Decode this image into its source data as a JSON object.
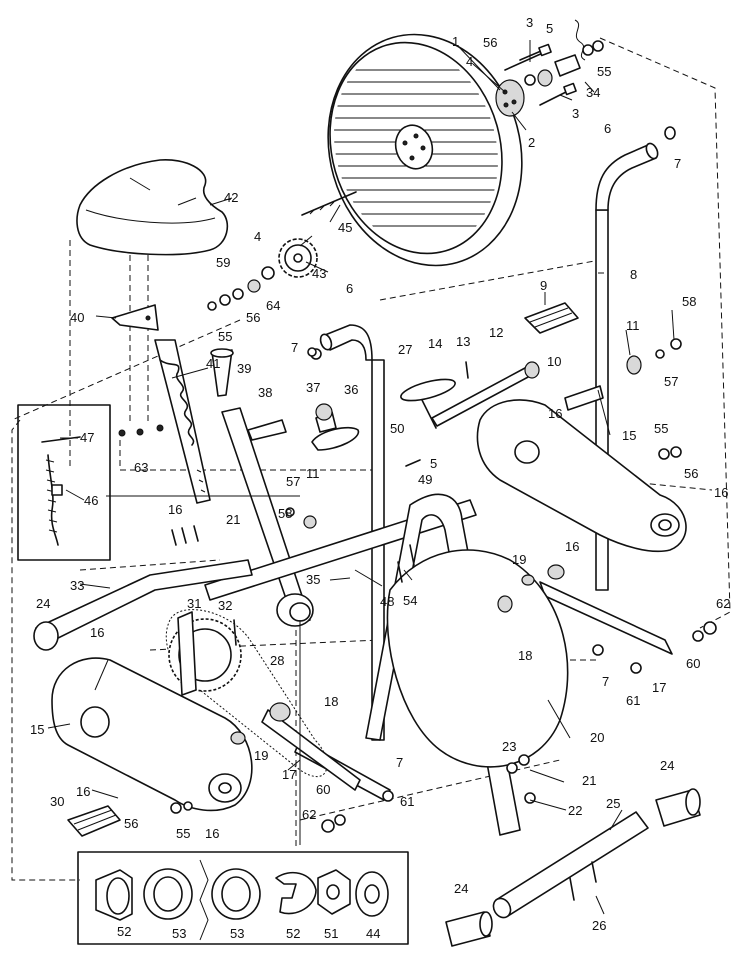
{
  "callouts": {
    "n1": "1",
    "n2": "2",
    "n3": "3",
    "n3b": "3",
    "n4": "4",
    "n4b": "4",
    "n5": "5",
    "n5b": "5",
    "n6": "6",
    "n6b": "6",
    "n7": "7",
    "n7b": "7",
    "n7c": "7",
    "n7d": "7",
    "n8": "8",
    "n9": "9",
    "n10": "10",
    "n11": "11",
    "n11b": "11",
    "n12": "12",
    "n13": "13",
    "n14": "14",
    "n15": "15",
    "n15b": "15",
    "n16": "16",
    "n16b": "16",
    "n16c": "16",
    "n16d": "16",
    "n16e": "16",
    "n16f": "16",
    "n16g": "16",
    "n17": "17",
    "n17b": "17",
    "n18": "18",
    "n18b": "18",
    "n19": "19",
    "n19b": "19",
    "n20": "20",
    "n21": "21",
    "n21b": "21",
    "n22": "22",
    "n23": "23",
    "n24": "24",
    "n24b": "24",
    "n24c": "24",
    "n25": "25",
    "n26": "26",
    "n27": "27",
    "n28": "28",
    "n30": "30",
    "n31": "31",
    "n32": "32",
    "n33": "33",
    "n34": "34",
    "n35": "35",
    "n36": "36",
    "n37": "37",
    "n38": "38",
    "n39": "39",
    "n40": "40",
    "n41": "41",
    "n42": "42",
    "n43": "43",
    "n44": "44",
    "n45": "45",
    "n46": "46",
    "n47": "47",
    "n48": "48",
    "n49": "49",
    "n50": "50",
    "n51": "51",
    "n52": "52",
    "n52b": "52",
    "n53": "53",
    "n53b": "53",
    "n54": "54",
    "n55": "55",
    "n55b": "55",
    "n55c": "55",
    "n55d": "55",
    "n56": "56",
    "n56b": "56",
    "n56c": "56",
    "n56d": "56",
    "n57": "57",
    "n57b": "57",
    "n58": "58",
    "n58b": "58",
    "n59": "59",
    "n60": "60",
    "n60b": "60",
    "n61": "61",
    "n61b": "61",
    "n62": "62",
    "n62b": "62",
    "n63": "63",
    "n64": "64"
  }
}
